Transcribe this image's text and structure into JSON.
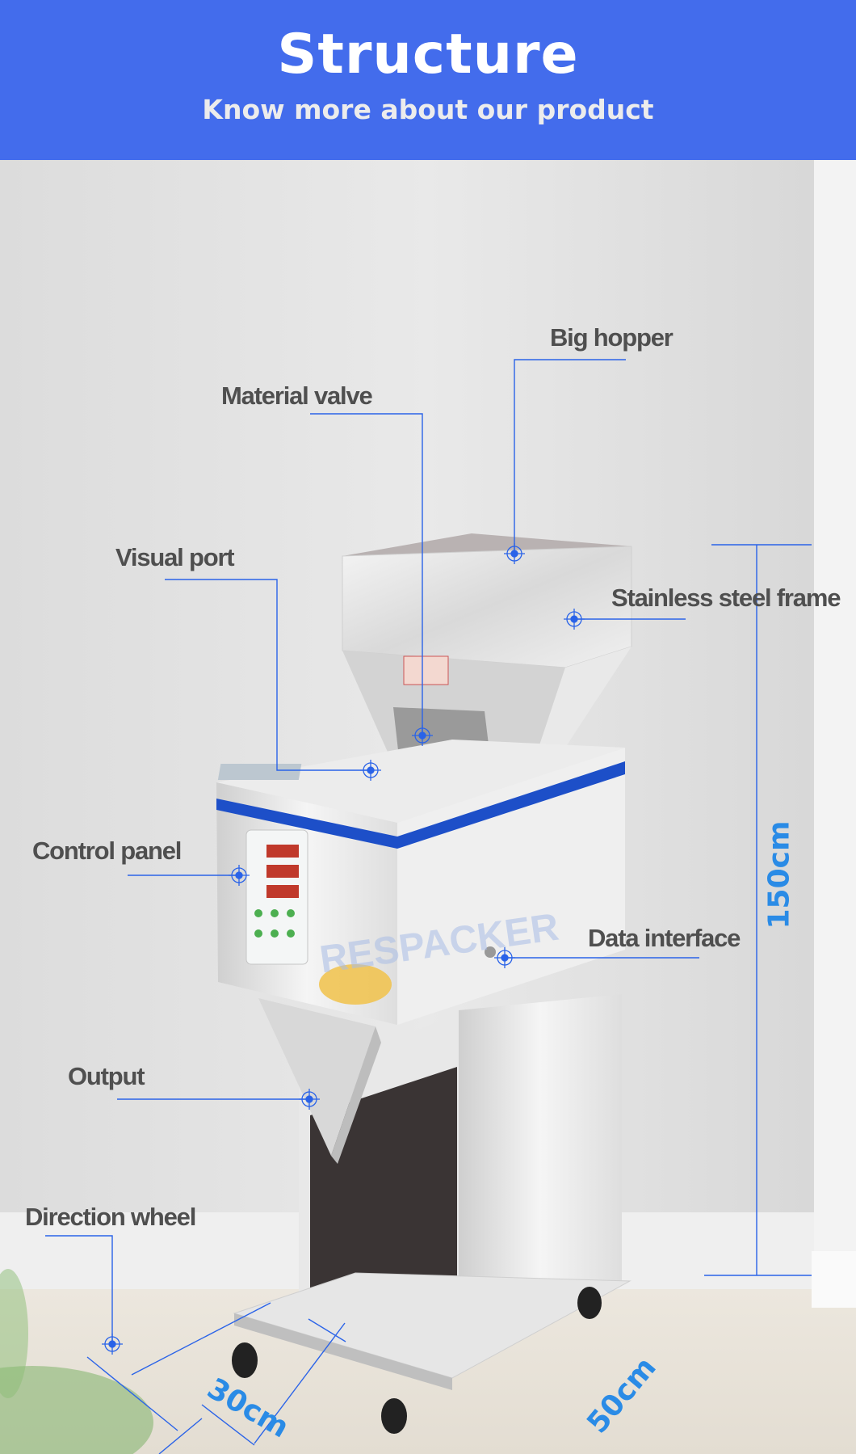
{
  "header": {
    "title": "Structure",
    "subtitle": "Know more about our product",
    "background_color": "#436cec"
  },
  "callouts": [
    {
      "label": "Big hopper"
    },
    {
      "label": "Material valve"
    },
    {
      "label": "Visual port"
    },
    {
      "label": "Stainless steel frame"
    },
    {
      "label": "Control panel"
    },
    {
      "label": "Data interface"
    },
    {
      "label": "Output"
    },
    {
      "label": "Direction wheel"
    }
  ],
  "dimensions": {
    "height": "150cm",
    "width": "30cm",
    "depth": "50cm",
    "line_color": "#2a63e8",
    "text_color": "#2a8be6"
  },
  "watermark": "RESPACKER"
}
